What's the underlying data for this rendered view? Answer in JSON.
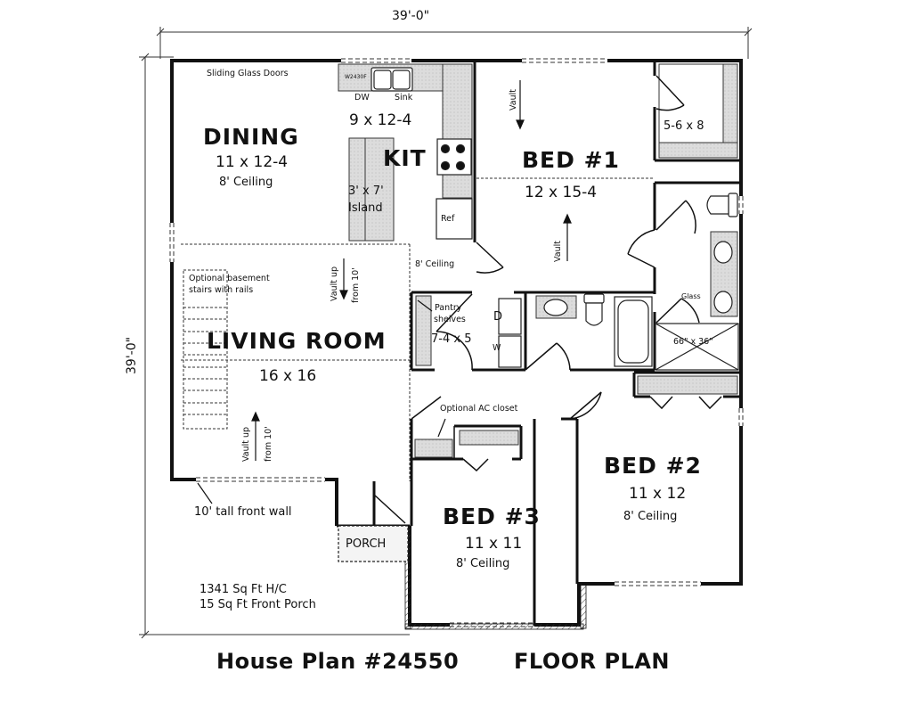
{
  "plan": {
    "title": "House Plan #24550",
    "subtitle": "FLOOR PLAN",
    "width_dim": "39'-0\"",
    "depth_dim": "39'-0\"",
    "sqft_hc": "1341 Sq Ft H/C",
    "sqft_porch": "15 Sq Ft Front Porch"
  },
  "rooms": {
    "dining": {
      "name": "DINING",
      "size": "11 x 12-4",
      "ceiling": "8' Ceiling"
    },
    "kitchen": {
      "name": "KIT",
      "size": "9 x 12-4"
    },
    "living": {
      "name": "LIVING ROOM",
      "size": "16 x 16"
    },
    "bed1": {
      "name": "BED #1",
      "size": "12 x 15-4"
    },
    "bed1_closet": {
      "size": "5-6 x 8"
    },
    "bed2": {
      "name": "BED #2",
      "size": "11 x 12",
      "ceiling": "8' Ceiling"
    },
    "bed3": {
      "name": "BED #3",
      "size": "11 x 11",
      "ceiling": "8' Ceiling"
    },
    "laundry": {
      "size": "7-4 x 5"
    },
    "porch": {
      "name": "PORCH"
    },
    "shower": {
      "size": "66\" x 36\""
    }
  },
  "notes": {
    "sliding_doors": "Sliding Glass Doors",
    "wall_cabinet": "W2430F",
    "dw": "DW",
    "sink": "Sink",
    "island_size": "3' x 7'",
    "island": "Island",
    "ref": "Ref",
    "hall_ceiling": "8' Ceiling",
    "basement_1": "Optional basement",
    "basement_2": "stairs with rails",
    "vault_up_1": "Vault up",
    "from_10_1": "from 10'",
    "vault_up_2": "Vault up",
    "from_10_2": "from 10'",
    "vault_a": "Vault",
    "vault_b": "Vault",
    "pantry_1": "Pantry",
    "pantry_2": "shelves",
    "dryer": "D",
    "washer": "W",
    "glass": "Glass",
    "ac_closet": "Optional AC closet",
    "front_wall": "10' tall front wall"
  },
  "colors": {
    "wall": "#111111",
    "counter_fill": "#d9d9d9",
    "background": "#ffffff"
  }
}
